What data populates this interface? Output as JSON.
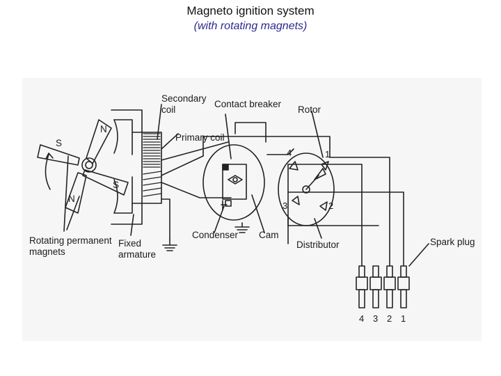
{
  "header": {
    "title": "Magneto ignition system",
    "subtitle": "(with rotating magnets)"
  },
  "diagram": {
    "labels": {
      "secondary_coil": "Secondary\ncoil",
      "contact_breaker": "Contact breaker",
      "rotor": "Rotor",
      "primary_coil": "Primary coil",
      "rotating_magnets": "Rotating permanent\nmagnets",
      "fixed_armature": "Fixed\narmature",
      "condenser": "Condenser",
      "cam": "Cam",
      "distributor": "Distributor",
      "spark_plug": "Spark plug"
    },
    "magnet_poles": [
      "N",
      "S",
      "S",
      "N"
    ],
    "distributor_terminals": [
      "1",
      "2",
      "3",
      "4"
    ],
    "spark_plug_numbers": [
      "4",
      "3",
      "2",
      "1"
    ]
  }
}
